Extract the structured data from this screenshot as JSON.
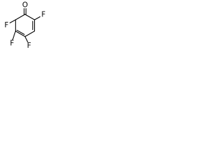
{
  "molecule": {
    "atoms": {
      "c1": "C",
      "c2": "C",
      "c3": "C",
      "c4": "C",
      "c5": "C",
      "c6": "C",
      "o1": "O",
      "f_c2": "F",
      "f_c4": "F",
      "f_c5": "F",
      "f_c6": "F"
    },
    "bonds": [
      {
        "from": "c1",
        "to": "o1",
        "order": 2
      },
      {
        "from": "c1",
        "to": "c2",
        "order": 1
      },
      {
        "from": "c2",
        "to": "c3",
        "order": 2
      },
      {
        "from": "c3",
        "to": "c4",
        "order": 1
      },
      {
        "from": "c4",
        "to": "c5",
        "order": 2
      },
      {
        "from": "c5",
        "to": "c6",
        "order": 1
      },
      {
        "from": "c6",
        "to": "c1",
        "order": 1
      },
      {
        "from": "c2",
        "to": "f_c2",
        "order": 1
      },
      {
        "from": "c4",
        "to": "f_c4",
        "order": 1
      },
      {
        "from": "c5",
        "to": "f_c5",
        "order": 1
      },
      {
        "from": "c6",
        "to": "f_c6",
        "order": 1
      }
    ],
    "labels": {
      "oxygen": "O",
      "fluorine_top_right": "F",
      "fluorine_left": "F",
      "fluorine_bottom_left": "F",
      "fluorine_bottom_right": "F"
    }
  },
  "colors": {
    "bond": "#000000",
    "label": "#000000",
    "background": "#ffffff"
  }
}
